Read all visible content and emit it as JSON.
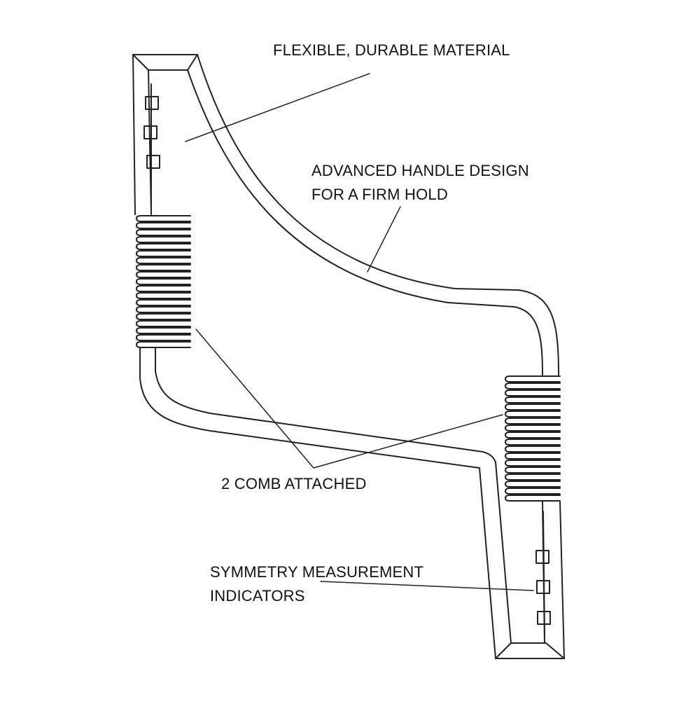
{
  "labels": {
    "material": {
      "lines": [
        "FLEXIBLE, DURABLE MATERIAL"
      ]
    },
    "handle": {
      "lines": [
        "ADVANCED HANDLE DESIGN",
        "FOR A FIRM HOLD"
      ]
    },
    "comb": {
      "lines": [
        "2 COMB ATTACHED"
      ]
    },
    "symmetry": {
      "lines": [
        "SYMMETRY MEASUREMENT",
        "INDICATORS"
      ]
    }
  },
  "colors": {
    "ink": "#222222",
    "background": "#ffffff"
  },
  "parts": {
    "comb_count": 2,
    "indicator_count": 6
  }
}
